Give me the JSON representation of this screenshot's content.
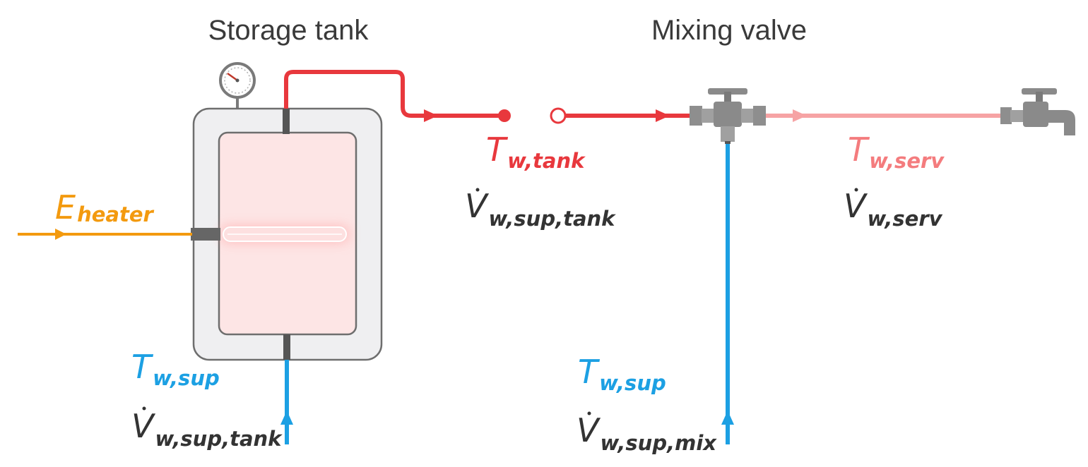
{
  "titles": {
    "storage_tank": "Storage tank",
    "mixing_valve": "Mixing valve"
  },
  "labels": {
    "heater": {
      "main": "E",
      "sub": "heater"
    },
    "tank_out_temp": {
      "main": "T",
      "sub": "w,tank"
    },
    "tank_out_flow": {
      "main": "V",
      "sub": "w,sup,tank"
    },
    "serv_temp": {
      "main": "T",
      "sub": "w,serv"
    },
    "serv_flow": {
      "main": "V",
      "sub": "w,serv"
    },
    "tank_in_temp": {
      "main": "T",
      "sub": "w,sup"
    },
    "tank_in_flow": {
      "main": "V",
      "sub": "w,sup,tank"
    },
    "mix_in_temp": {
      "main": "T",
      "sub": "w,sup"
    },
    "mix_in_flow": {
      "main": "V",
      "sub": "w,sup,mix"
    }
  },
  "colors": {
    "hot": "#e8383d",
    "mixed": "#f6a3a4",
    "cold": "#1ca0e3",
    "heater": "#f39a0f",
    "tank_outline": "#6e6e6e",
    "fitting": "#8a8a8a"
  },
  "icons": [
    "pressure-gauge-icon",
    "mixing-valve-icon",
    "faucet-icon",
    "heating-element-icon"
  ]
}
